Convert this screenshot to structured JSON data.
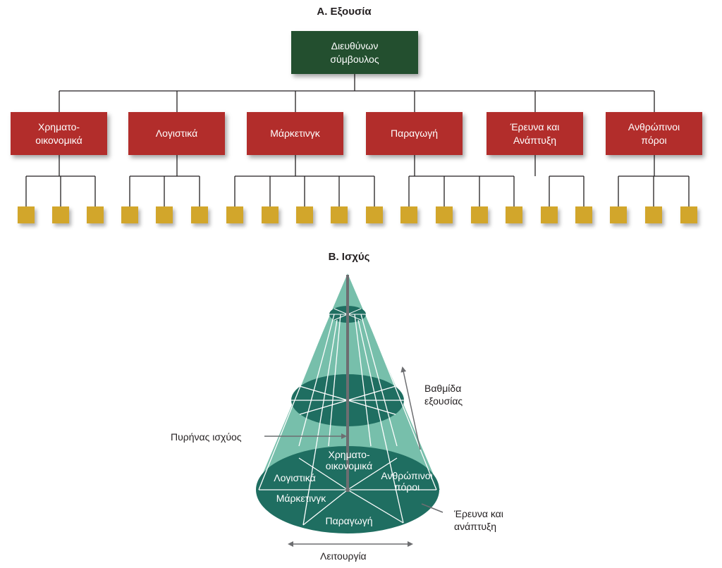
{
  "section_a": {
    "title": "Α. Εξουσία",
    "ceo": "Διευθύνων\nσύμβουλος",
    "departments": [
      {
        "label": "Χρηματο-\nοικονομικά",
        "units": 3
      },
      {
        "label": "Λογιστικά",
        "units": 3
      },
      {
        "label": "Μάρκετινγκ",
        "units": 5
      },
      {
        "label": "Παραγωγή",
        "units": 4
      },
      {
        "label": "Έρευνα και\nΑνάπτυξη",
        "units": 2
      },
      {
        "label": "Ανθρώπινοι\nπόροι",
        "units": 3
      }
    ]
  },
  "section_b": {
    "title": "Β. Ισχύς",
    "hierarchy_label": "Βαθμίδα\nεξουσίας",
    "core_label": "Πυρήνας ισχύος",
    "rd_label": "Έρευνα και\nανάπτυξη",
    "function_label": "Λειτουργία",
    "base_labels": {
      "finance": "Χρηματο-\nοικονομικά",
      "accounting": "Λογιστικά",
      "hr": "Ανθρώπινοι\nπόροι",
      "marketing": "Μάρκετινγκ",
      "production": "Παραγωγή"
    }
  },
  "colors": {
    "ceo": "#234f2f",
    "department": "#b22d2b",
    "unit": "#d2a62b",
    "cone": "#5fb49c",
    "ellipse": "#1f6e61"
  }
}
